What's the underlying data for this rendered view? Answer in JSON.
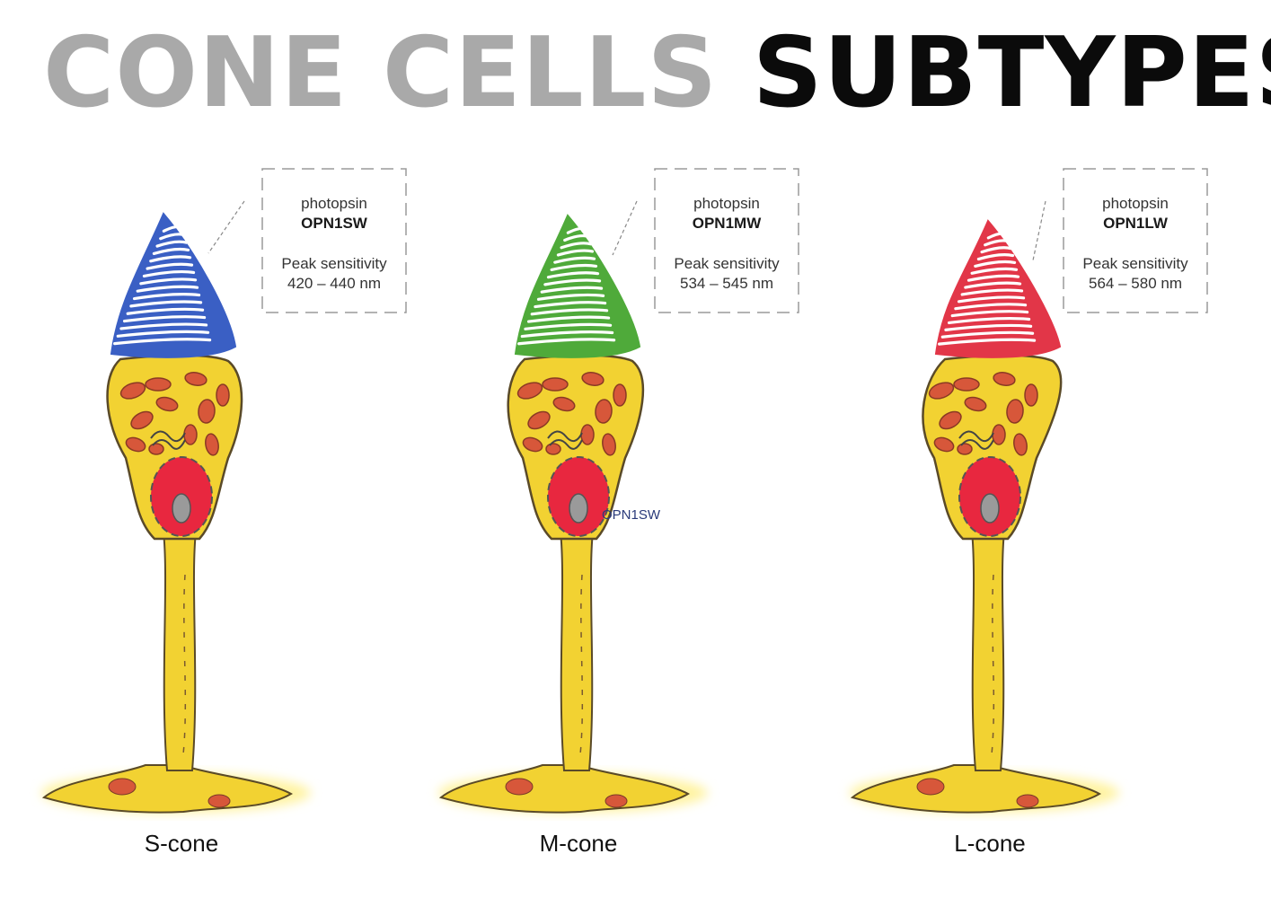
{
  "title": {
    "part1": "CONE CELLS",
    "part2": "SUBTYPES"
  },
  "colors": {
    "title_gray": "#a9a9a9",
    "title_black": "#0b0b0b",
    "cell_body": "#f2d232",
    "nucleus": "#e8273f",
    "mitochondria": "#d7573a",
    "s_cone": "#3a5fc4",
    "m_cone": "#4faa3a",
    "l_cone": "#e23648"
  },
  "cones": [
    {
      "label": "S-cone",
      "pigment_word": "photopsin",
      "pigment": "OPN1SW",
      "sensitivity_label": "Peak sensitivity",
      "sensitivity": "420 – 440 nm",
      "color": "#3a5fc4"
    },
    {
      "label": "M-cone",
      "pigment_word": "photopsin",
      "pigment": "OPN1MW",
      "sensitivity_label": "Peak sensitivity",
      "sensitivity": "534 – 545 nm",
      "color": "#4faa3a"
    },
    {
      "label": "L-cone",
      "pigment_word": "photopsin",
      "pigment": "OPN1LW",
      "sensitivity_label": "Peak sensitivity",
      "sensitivity": "564 – 580 nm",
      "color": "#e23648"
    }
  ],
  "stray_label": "OPN1SW"
}
